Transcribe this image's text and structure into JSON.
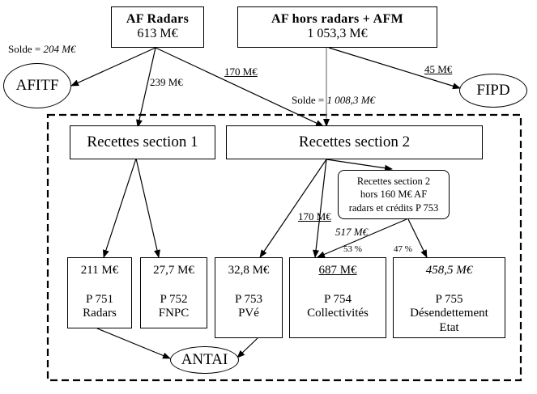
{
  "sources": {
    "af_radars": {
      "title": "AF Radars",
      "amount": "613 M€"
    },
    "af_hors_radars": {
      "title": "AF hors radars + AFM",
      "amount": "1 053,3 M€"
    }
  },
  "recipients": {
    "afitf": "AFITF",
    "fipd": "FIPD",
    "antai": "ANTAI"
  },
  "flow_labels": {
    "solde_afitf_prefix": "Solde = ",
    "solde_afitf_value": "204 M€",
    "to_section1": "239 M€",
    "radars_to_section2": "170 M€",
    "to_fipd": "45 M€",
    "solde_section2_prefix": "Solde = ",
    "solde_section2_value": "1 008,3 M€",
    "section2_to_p754": "170 M€",
    "sub_to_p754": "517 M€",
    "pct_p754": "53 %",
    "pct_p755": "47 %"
  },
  "sections": {
    "section1": "Recettes section 1",
    "section2": "Recettes section 2",
    "section2_sub": {
      "line1": "Recettes section 2",
      "line2": "hors 160 M€ AF",
      "line3": "radars et crédits P 753"
    }
  },
  "programs": [
    {
      "amount": "211 M€",
      "code": "P 751",
      "name": "Radars",
      "name2": ""
    },
    {
      "amount": "27,7 M€",
      "code": "P 752",
      "name": "FNPC",
      "name2": ""
    },
    {
      "amount": "32,8 M€",
      "code": "P 753",
      "name": "PVé",
      "name2": ""
    },
    {
      "amount": "687 M€",
      "code": "P 754",
      "name": "Collectivités",
      "name2": ""
    },
    {
      "amount": "458,5 M€",
      "code": "P 755",
      "name": "Désendettement",
      "name2": "Etat"
    }
  ]
}
